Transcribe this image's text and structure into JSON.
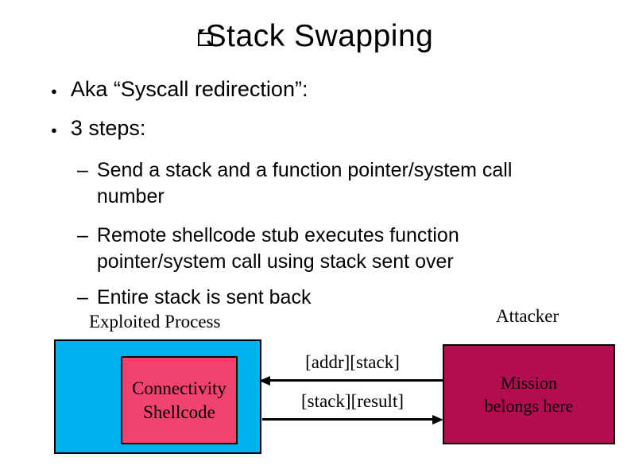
{
  "slide": {
    "title": "Stack Swapping",
    "title_prefix_icon": "missing-glyph-box",
    "bullets": [
      "Aka “Syscall redirection”:",
      "3 steps:"
    ],
    "sub_bullets": [
      "Send a stack and a function pointer/system call number",
      "Remote shellcode stub executes function pointer/system call using stack sent over",
      "Entire stack is sent back"
    ]
  },
  "diagram": {
    "process_label": "Exploited Process",
    "attacker_label": "Attacker",
    "shellcode_box_label": "Connectivity Shellcode",
    "attacker_box_label": "Mission belongs here",
    "arrows": [
      {
        "label": "[addr][stack]",
        "direction": "attacker-to-process"
      },
      {
        "label": "[stack][result]",
        "direction": "process-to-attacker"
      }
    ],
    "colors": {
      "process_box_fill": "#00B1F0",
      "shellcode_box_fill": "#F2426E",
      "attacker_box_fill": "#B30D4F",
      "arrow_color": "#000000",
      "text_color": "#000000"
    }
  }
}
